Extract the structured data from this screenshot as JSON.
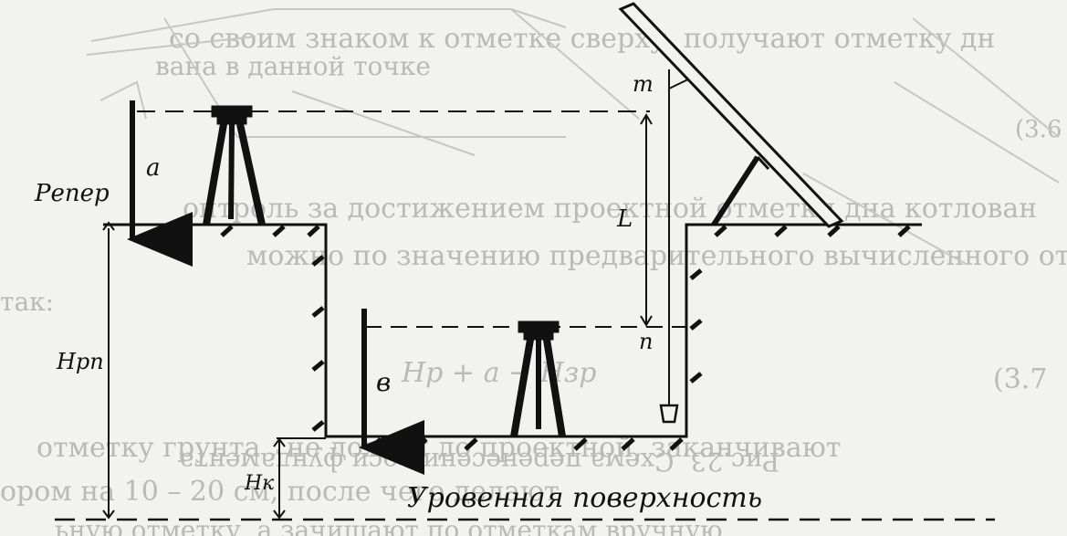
{
  "labels": {
    "reper": "Репер",
    "a": "a",
    "b": "в",
    "l": "L",
    "m": "m",
    "n": "n",
    "hrp": "Hрп",
    "hk": "Hк",
    "level_surface": "Уровенная поверхность"
  },
  "background_text": {
    "line1": "со своим знаком к отметке сверху, получают отметку дн",
    "line2": "вана в данной точке",
    "line3": "онтроль за достижением проектной отметки дна котлован",
    "line4": "можно по значению предварительного вычисленного отсчета",
    "line5": "так:",
    "formula": "Hp + a − Hзр",
    "eq_num": "(3.7",
    "caption": "Рис.23. Схема перенесения оси фундамента",
    "line6": "отметку грунта , не доходя до проектной, заканчивают",
    "line7": "ором на 10 – 20 см, после чего делают",
    "line8": "ьную отметку, а зачищают по отметкам вручную",
    "side_num": "(3.6"
  },
  "colors": {
    "ink": "#111111",
    "ghost": "#b9b9b9",
    "paper": "#f2f2f0"
  }
}
